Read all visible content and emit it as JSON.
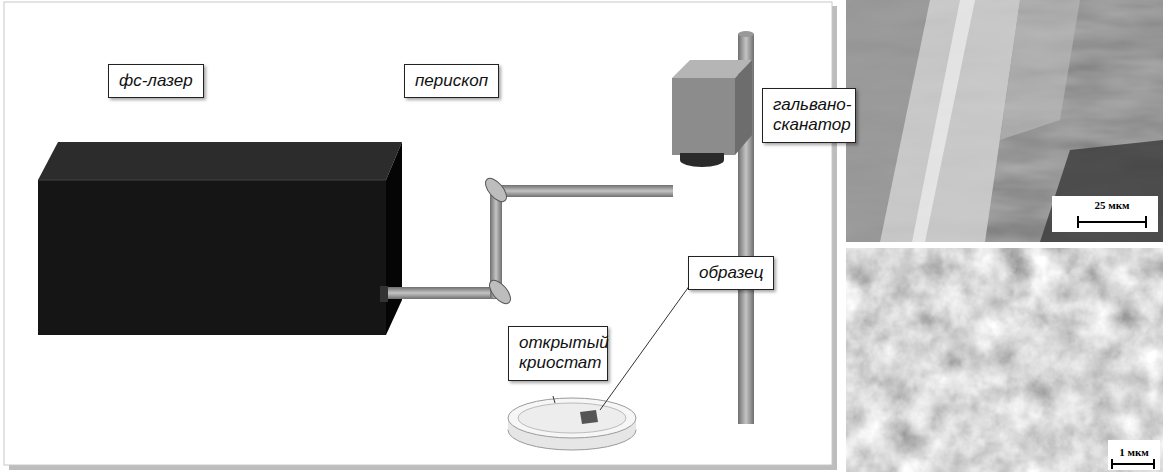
{
  "diagram": {
    "nodes": [
      {
        "text": [
          "фс-лазер"
        ]
      },
      {
        "text": [
          "перископ"
        ]
      },
      {
        "text": [
          "гальвано- сканатор"
        ]
      },
      {
        "text": [
          "образец"
        ]
      },
      {
        "text": [
          "открытый криостат"
        ]
      }
    ],
    "labels": [
      "25 мкм",
      "1 мкм"
    ]
  }
}
